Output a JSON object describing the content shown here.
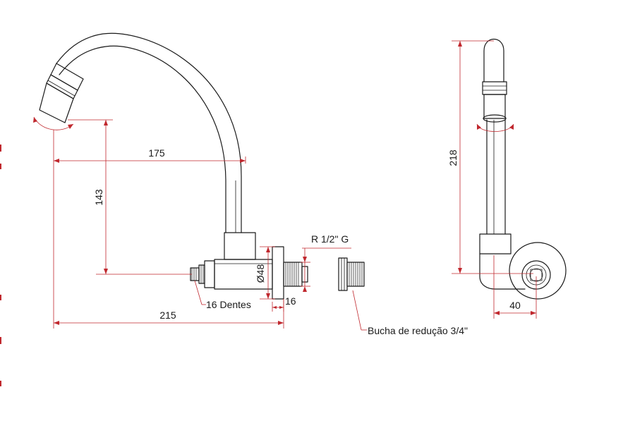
{
  "dimensions": {
    "d175": "175",
    "d143": "143",
    "d215": "215",
    "d48": "Ø48",
    "d16": "16",
    "d218": "218",
    "d40": "40"
  },
  "callouts": {
    "teeth": "16 Dentes",
    "thread": "R 1/2\" G",
    "bushing": "Bucha de redução 3/4\""
  },
  "colors": {
    "line": "#1a1a1a",
    "dimension": "#c0282e"
  }
}
